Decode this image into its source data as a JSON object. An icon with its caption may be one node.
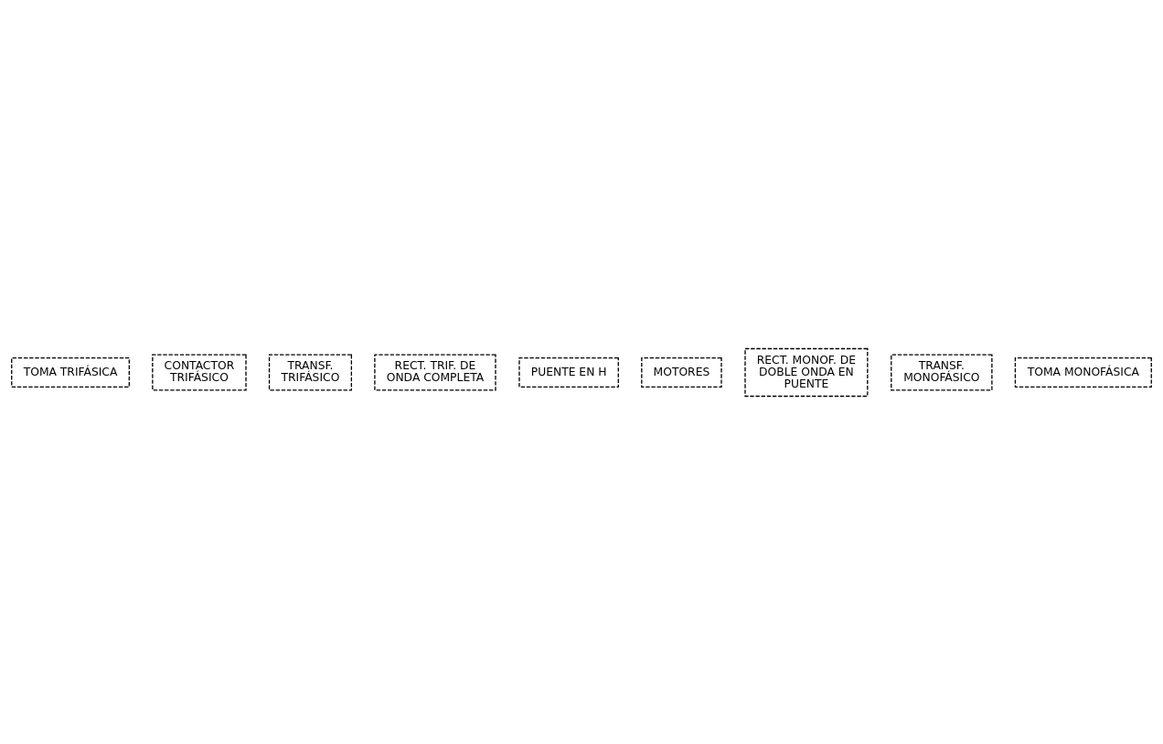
{
  "diagram": {
    "nodes": [
      {
        "text": [
          "TOMA TRIFÁSICA"
        ]
      },
      {
        "text": [
          "CONTACTOR TRIFÁSICO"
        ]
      },
      {
        "text": [
          "TRANSF. TRIFÁSICO"
        ]
      },
      {
        "text": [
          "RECT. TRIF. DE ONDA COMPLETA"
        ]
      },
      {
        "text": [
          "PUENTE EN H"
        ]
      },
      {
        "text": [
          "MOTORES"
        ]
      },
      {
        "text": [
          "RECT. MONOF. DE DOBLE ONDA EN PUENTE"
        ]
      },
      {
        "text": [
          "TRANSF. MONOFÁSICO"
        ]
      },
      {
        "text": [
          "TOMA MONOFÁSICA"
        ]
      }
    ]
  }
}
